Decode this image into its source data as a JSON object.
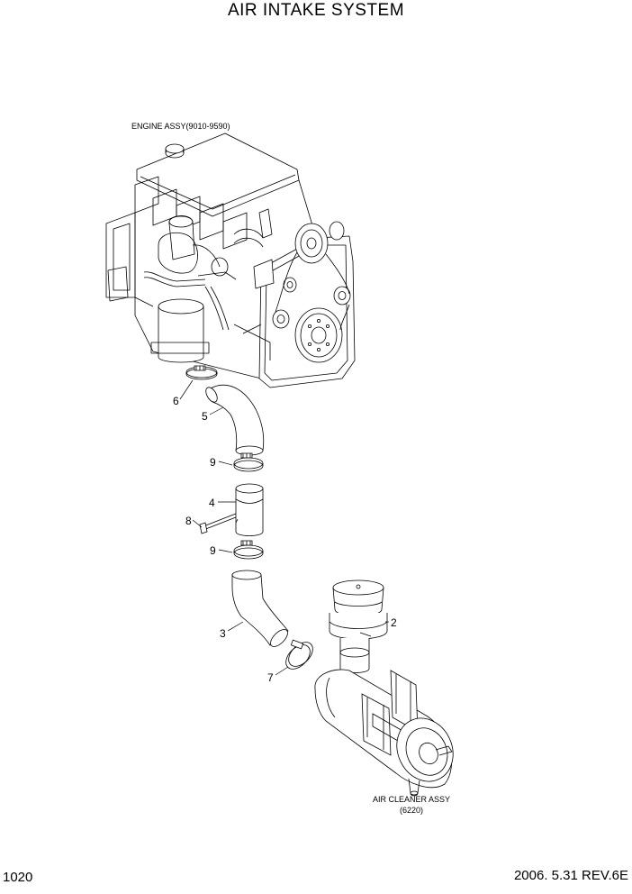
{
  "title": "AIR INTAKE SYSTEM",
  "engine_label": "ENGINE ASSY(9010-9590)",
  "air_cleaner": {
    "line1": "AIR CLEANER ASSY",
    "line2": "(6220)"
  },
  "footer": {
    "page_number": "1020",
    "date_rev": "2006. 5.31  REV.6E"
  },
  "callouts": {
    "c6": "6",
    "c5": "5",
    "c9a": "9",
    "c4": "4",
    "c8": "8",
    "c9b": "9",
    "c3": "3",
    "c2": "2",
    "c7": "7"
  }
}
